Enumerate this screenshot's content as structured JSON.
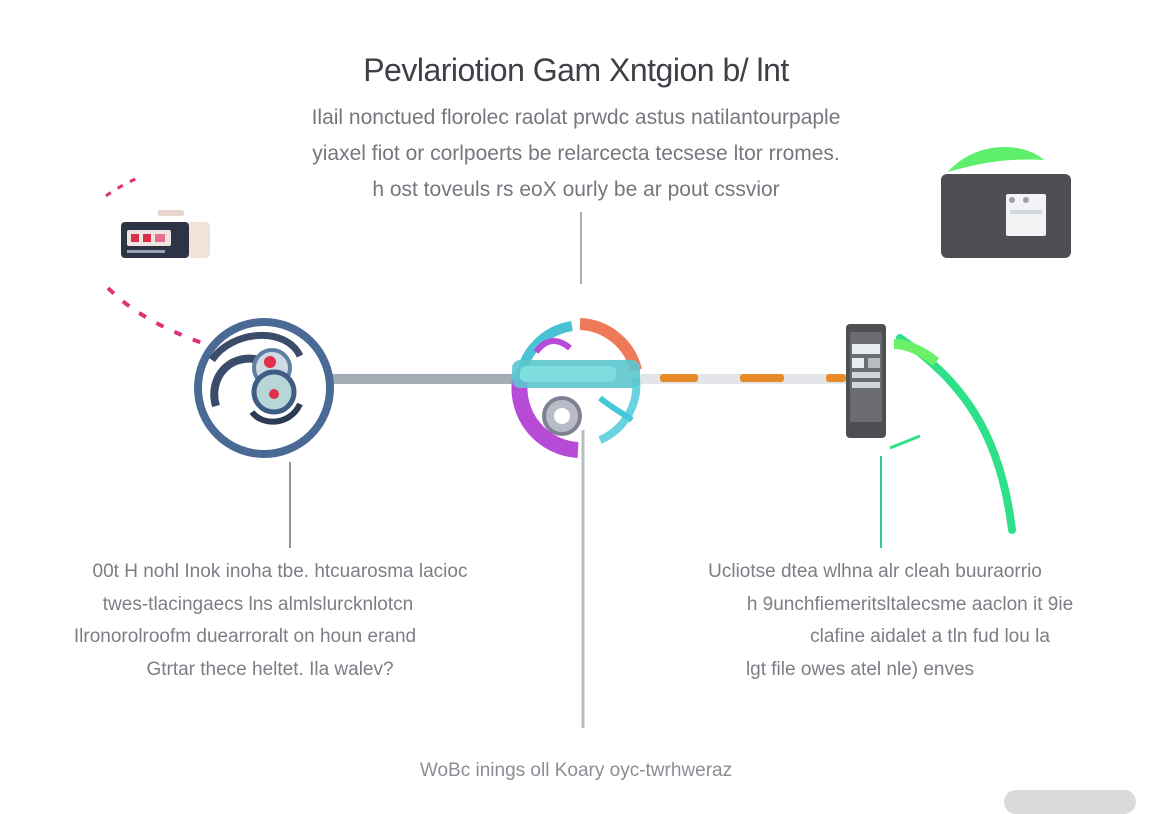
{
  "title": "Pevlariotion Gam Xntgion b/ lnt",
  "subtitle_lines": [
    "Ilail nonctued florolec raolat prwdc astus natilantourpaple",
    "yiaxel fiot or corlpoerts be relarcecta tecsese ltor rromes.",
    "h ost toveuls rs eoX ourly be ar pout cssvior"
  ],
  "left_caption_lines": [
    "00t H nohl Inok inoha tbe. htcuarosma lacioc",
    "twes-tlacingaecs lns almlslurcknlotcn",
    "Ilronorolroofm duearroralt on houn erand",
    "Gtrtar thece heltet.   Ila walev?"
  ],
  "right_caption_lines": [
    "Ucliotse dtea wlhna alr cleah buuraorrio",
    "h 9unchfiemeritsltalecsme aaclon it 9ie",
    "clafine aidalet a tln fud lou la",
    "lgt file owes atel nle) enves"
  ],
  "footer_text": "WoBc inings oll Koary oyc-twrhweraz",
  "colors": {
    "accent_pink": "#e0307a",
    "accent_green": "#2fe08a",
    "accent_orange": "#e8892a",
    "accent_purple": "#b84ad8",
    "accent_teal": "#3ec6c8",
    "node_blue": "#4a6a95",
    "connector_gray": "#9aa4ae",
    "device_dark": "#4e4f52"
  },
  "icons": {
    "top_left": "ticket-icon",
    "top_right": "tablet-icon",
    "node_1": "swirl-node-icon",
    "node_2": "gradient-swirl-node-icon",
    "node_3": "phone-device-icon"
  }
}
